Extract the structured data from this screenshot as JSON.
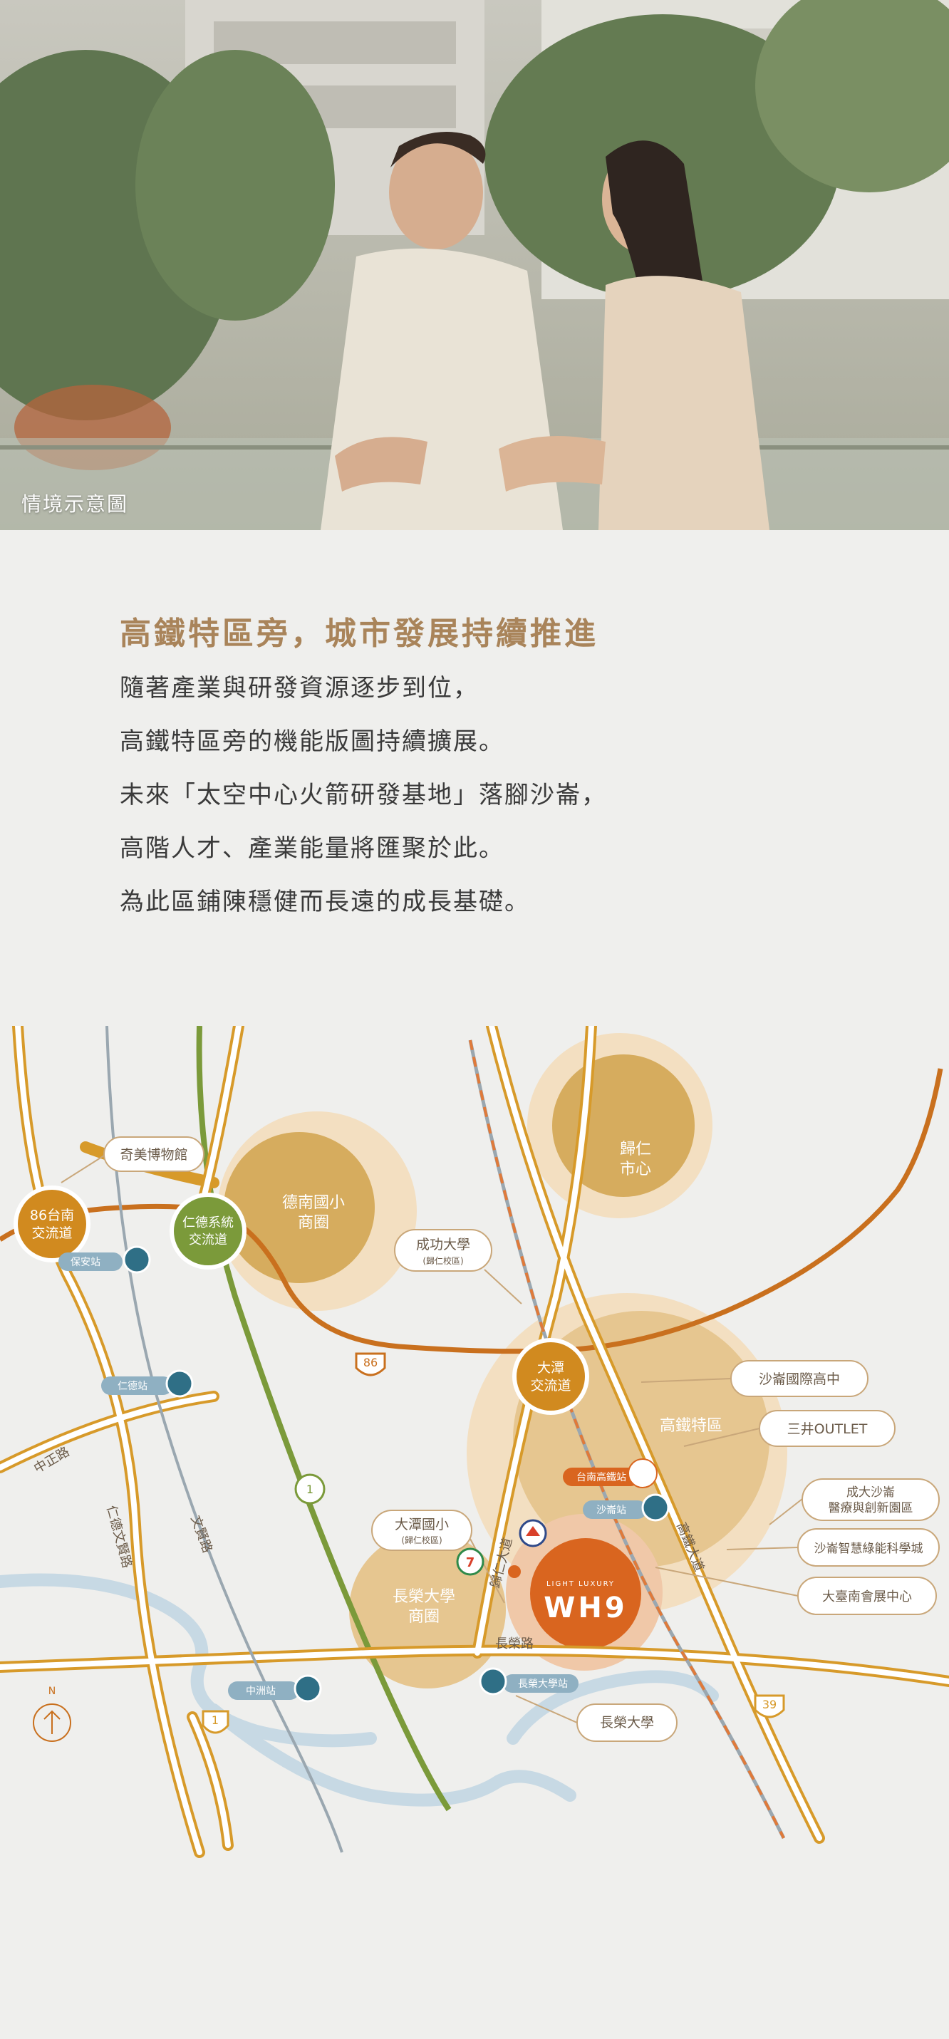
{
  "hero": {
    "caption": "情境示意圖"
  },
  "intro": {
    "headline": "高鐵特區旁，城市發展持續推進",
    "lines": [
      "隨著產業與研發資源逐步到位，",
      "高鐵特區旁的機能版圖持續擴展。",
      "未來「太空中心火箭研發基地」落腳沙崙，",
      "高階人才、產業能量將匯聚於此。",
      "為此區鋪陳穩健而長遠的成長基礎。"
    ]
  },
  "map": {
    "colors": {
      "road": "#d79a2a",
      "freeway": "#c9701e",
      "green_road": "#7b9a3a",
      "hsr": "#e07a3a",
      "river": "#c7d9e4",
      "circle_light": "#f3dfc1",
      "circle_mid": "#e6c690",
      "circle_dark": "#d6ac5e",
      "wh9": "#d9651f",
      "station_badge": "#2f6f86",
      "bubble_text": "#6a5a48"
    },
    "interchanges": {
      "tainan86": [
        "86台南",
        "交流道"
      ],
      "rende": [
        "仁德系統",
        "交流道"
      ],
      "datan": [
        "大潭",
        "交流道"
      ]
    },
    "districts": {
      "guiren": [
        "歸仁",
        "市心"
      ],
      "denan": [
        "德南國小",
        "商圈"
      ],
      "hsr_zone": "高鐵特區",
      "changrong": [
        "長榮大學",
        "商圈"
      ]
    },
    "callouts": {
      "chimei": "奇美博物館",
      "ncku": "成功大學",
      "ncku_sub": "(歸仁校區)",
      "datan_school": "大潭國小",
      "datan_school_sub": "(歸仁校區)",
      "shalun_high": "沙崙國際高中",
      "outlet": "三井OUTLET",
      "ncku_medical_1": "成大沙崙",
      "ncku_medical_2": "醫療與創新園區",
      "smart_city": "沙崙智慧綠能科學城",
      "convention": "大臺南會展中心",
      "cjcu": "長榮大學"
    },
    "stations": {
      "baoan": "保安站",
      "rende": "仁德站",
      "tainan_hsr": "台南高鐵站",
      "shalun": "沙崙站",
      "zhongzhou": "中洲站",
      "cjcu": "長榮大學站"
    },
    "roads": {
      "zhongzheng": "中正路",
      "rende_road": "仁德文賢路",
      "wenxian": "文賢路",
      "changrong_road": "長榮路",
      "guiren_road": "歸仁大道",
      "gaotie_road": "高鐵大道"
    },
    "shields": {
      "freeway86": "86",
      "highway1": "1",
      "road1": "1",
      "road39": "39"
    },
    "wh9": {
      "tagline": "LIGHT LUXURY",
      "name": "WH9"
    },
    "compass": "N"
  }
}
